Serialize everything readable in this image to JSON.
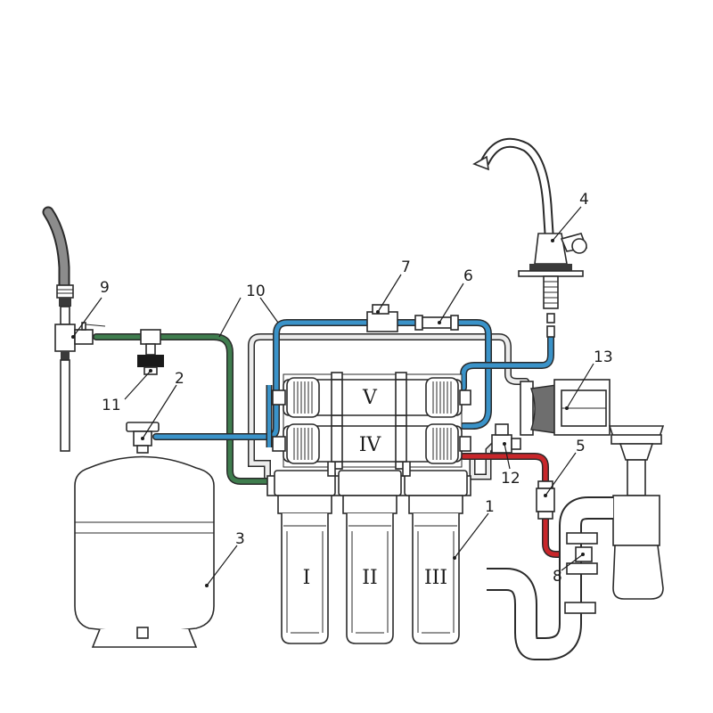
{
  "colors": {
    "blue_line": "#3a93c9",
    "green_line": "#3f7d4e",
    "red_line": "#c8262a",
    "outline": "#2a2a2a",
    "grey_line": "#e6e6e6",
    "valve_black": "#1a1a1a"
  },
  "callouts": {
    "c1": "1",
    "c2": "2",
    "c3": "3",
    "c4": "4",
    "c5": "5",
    "c6": "6",
    "c7": "7",
    "c8": "8",
    "c9": "9",
    "c10": "10",
    "c11": "11",
    "c12": "12",
    "c13": "13"
  },
  "stages": {
    "s1": "I",
    "s2": "II",
    "s3": "III",
    "s4": "IV",
    "s5": "V"
  }
}
